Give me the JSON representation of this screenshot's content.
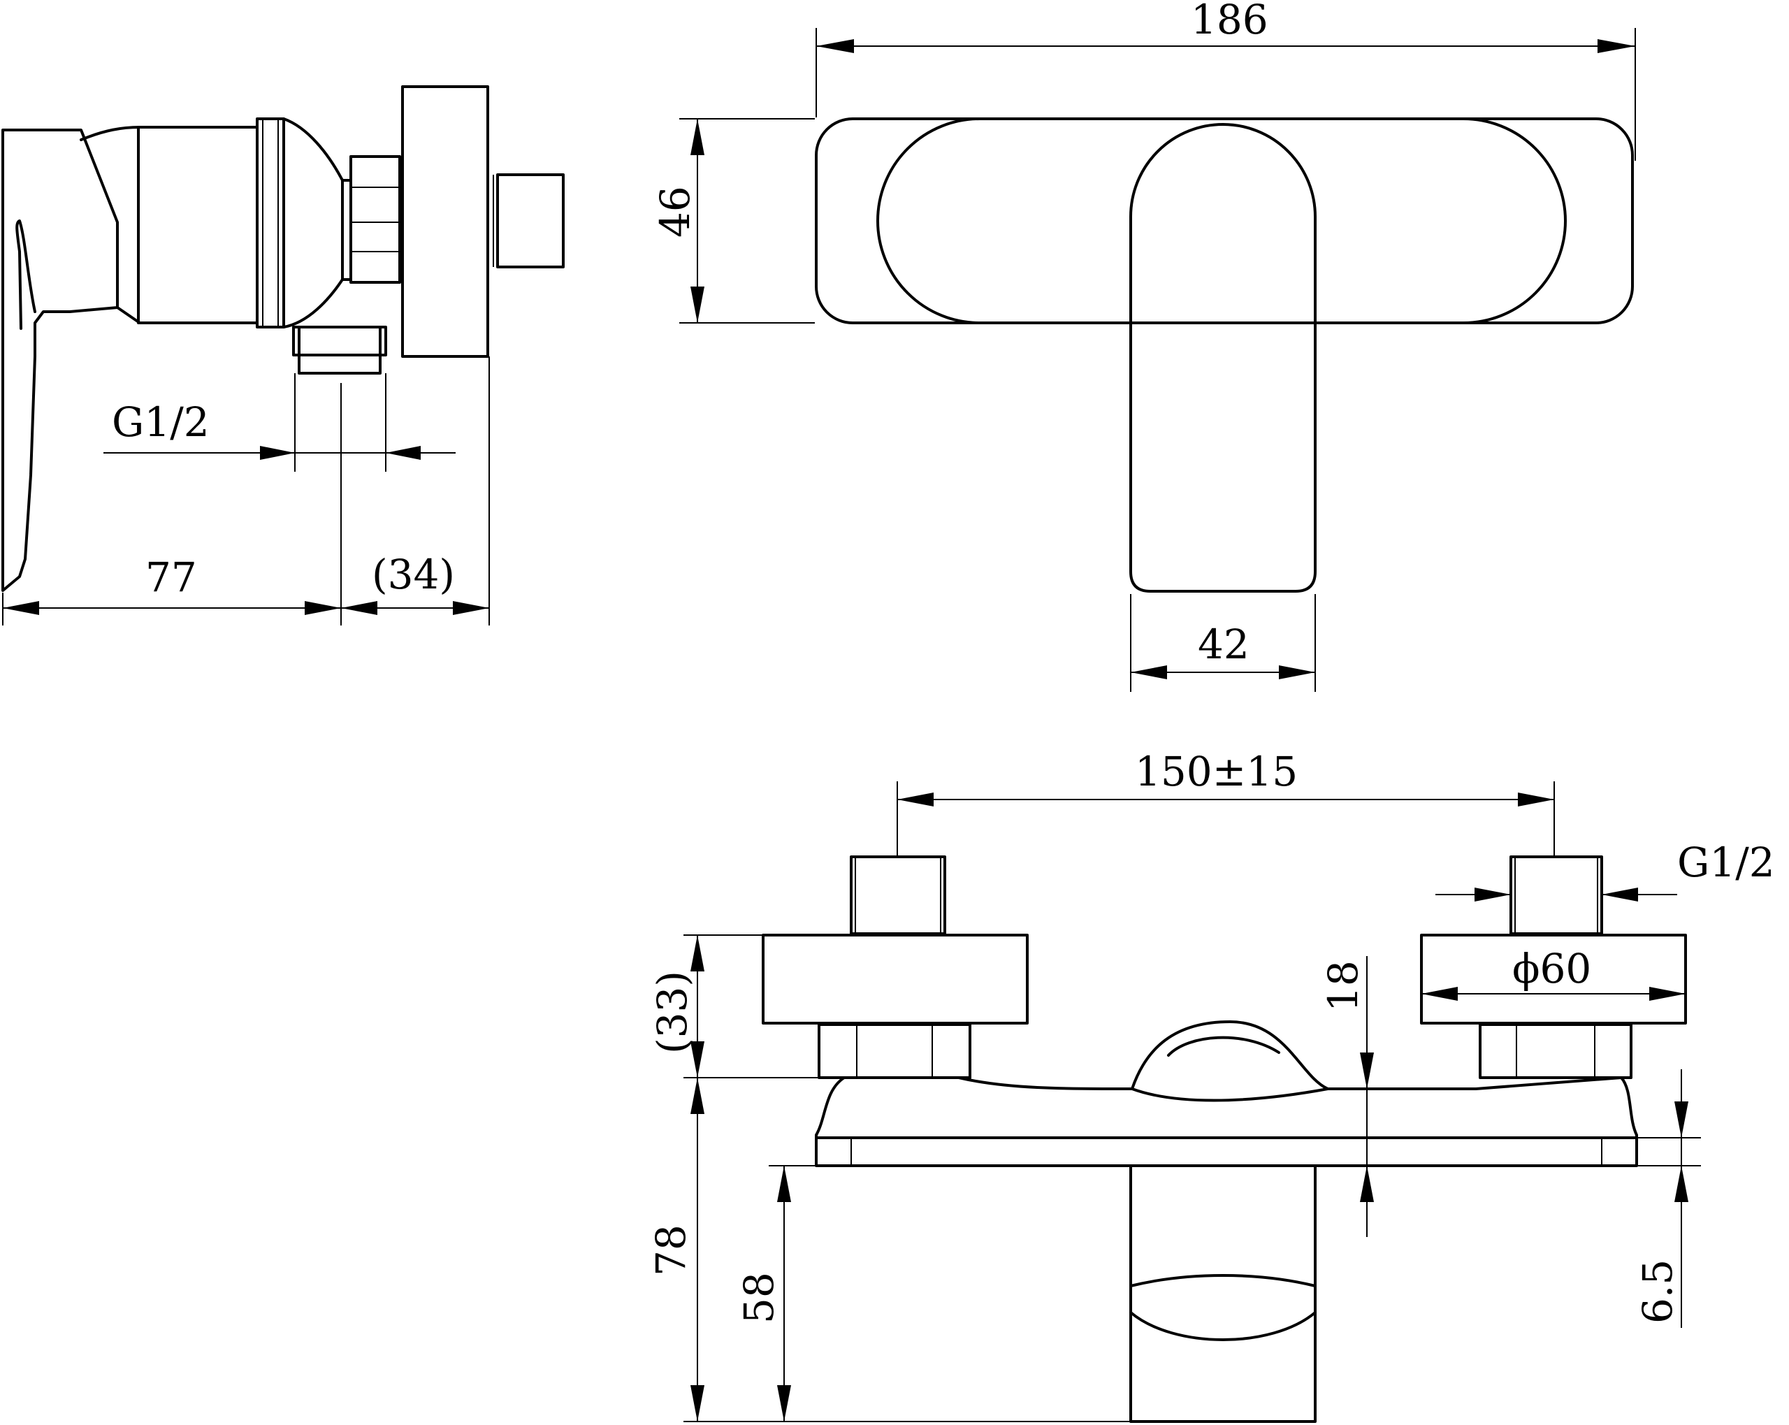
{
  "side_view": {
    "dimensions": {
      "inlet_thread": "G1/2",
      "depth": "77",
      "depth_ref": "(34)"
    }
  },
  "top_view": {
    "dimensions": {
      "overall_width": "186",
      "body_height": "46",
      "lever_width": "42"
    }
  },
  "front_view": {
    "dimensions": {
      "center_distance": "150±15",
      "inlet_thread": "G1/2",
      "flange_diameter": "ϕ60",
      "flange_depth_ref": "(33)",
      "outlet_height": "18",
      "overall_height": "78",
      "outlet_to_body": "58",
      "plate_thickness": "6.5"
    }
  }
}
